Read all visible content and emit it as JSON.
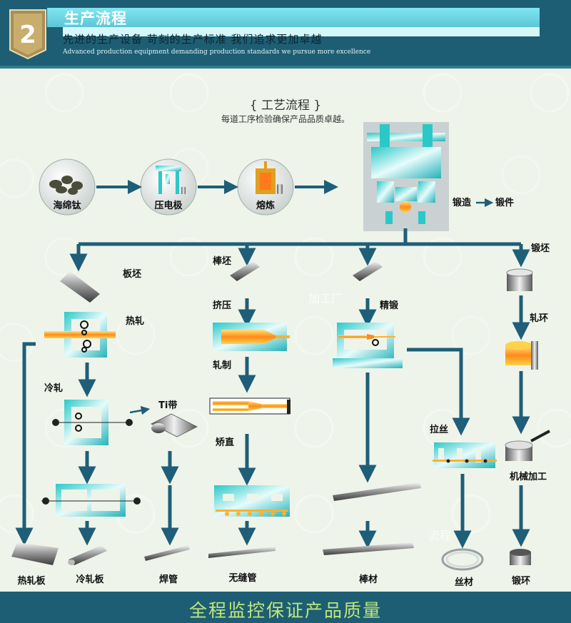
{
  "header": {
    "badge_number": "2",
    "title": "生产流程",
    "subtitle": "先进的生产设备 苛刻的生产标准 我们追求更加卓越",
    "subtitle_en": "Advanced production equipment demanding production standards we pursue more excellence"
  },
  "section": {
    "title": "{ 工艺流程 }",
    "subtitle": "每道工序检验确保产品品质卓越。"
  },
  "labels": {
    "sponge_titanium": "海绵钛",
    "press_electrode": "压电极",
    "smelting": "熔炼",
    "forging": "锻造",
    "forgings": "锻件",
    "slab": "板坯",
    "bar_billet": "棒坯",
    "forging_billet": "锻坯",
    "hot_rolling": "热轧",
    "extrusion": "挤压",
    "precision_forging": "精锻",
    "ring_rolling": "轧环",
    "cold_rolling": "冷轧",
    "ti_strip": "Ti带",
    "rolling": "轧制",
    "straightening": "矫直",
    "wire_drawing": "拉丝",
    "machining": "机械加工",
    "hot_rolled_plate": "热轧板",
    "cold_rolled_plate": "冷轧板",
    "welded_pipe": "焊管",
    "seamless_pipe": "无缝管",
    "bar_material": "棒材",
    "wire_material": "丝材",
    "forged_ring": "锻环"
  },
  "watermarks": {
    "processing_plant": "加工厂",
    "process": "流程"
  },
  "footer": {
    "slogan": "全程监控保证产品质量"
  },
  "colors": {
    "header_bg": "#1e5e74",
    "arrow": "#1f5e78",
    "teal_machine": "#2bc8c8",
    "footer_text": "#bfe87a"
  }
}
